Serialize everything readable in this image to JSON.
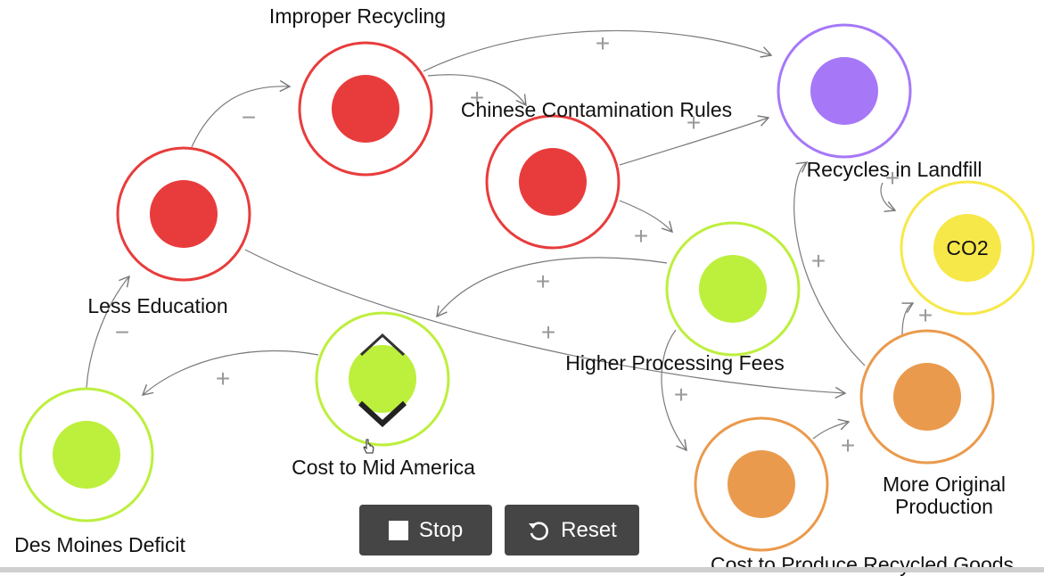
{
  "nodes": {
    "improper_recycling": {
      "label": "Improper Recycling",
      "color": "#e83c3c"
    },
    "chinese_contamination": {
      "label": "Chinese Contamination Rules",
      "color": "#e83c3c"
    },
    "recycles_in_landfill": {
      "label": "Recycles in Landfill",
      "color": "#a678f7"
    },
    "less_education": {
      "label": "Less Education",
      "color": "#e83c3c"
    },
    "co2": {
      "label": "CO2",
      "color": "#f7e84a"
    },
    "higher_processing_fees": {
      "label": "Higher Processing Fees",
      "color": "#bdef3d"
    },
    "cost_mid_america": {
      "label": "Cost to Mid America",
      "color": "#bdef3d"
    },
    "des_moines_deficit": {
      "label": "Des Moines Deficit",
      "color": "#bdef3d"
    },
    "more_original_production": {
      "label_line1": "More Original",
      "label_line2": "Production",
      "color": "#ea9a4c"
    },
    "cost_produce_recycled": {
      "label": "Cost to Produce Recycled Goods",
      "color": "#ea9a4c"
    }
  },
  "edge_signs": {
    "plus": "+",
    "minus": "−"
  },
  "controls": {
    "stop_label": "Stop",
    "reset_label": "Reset"
  },
  "icons": {
    "stop": "stop-icon",
    "reset": "reset-icon",
    "cursor": "hand-cursor-icon"
  }
}
